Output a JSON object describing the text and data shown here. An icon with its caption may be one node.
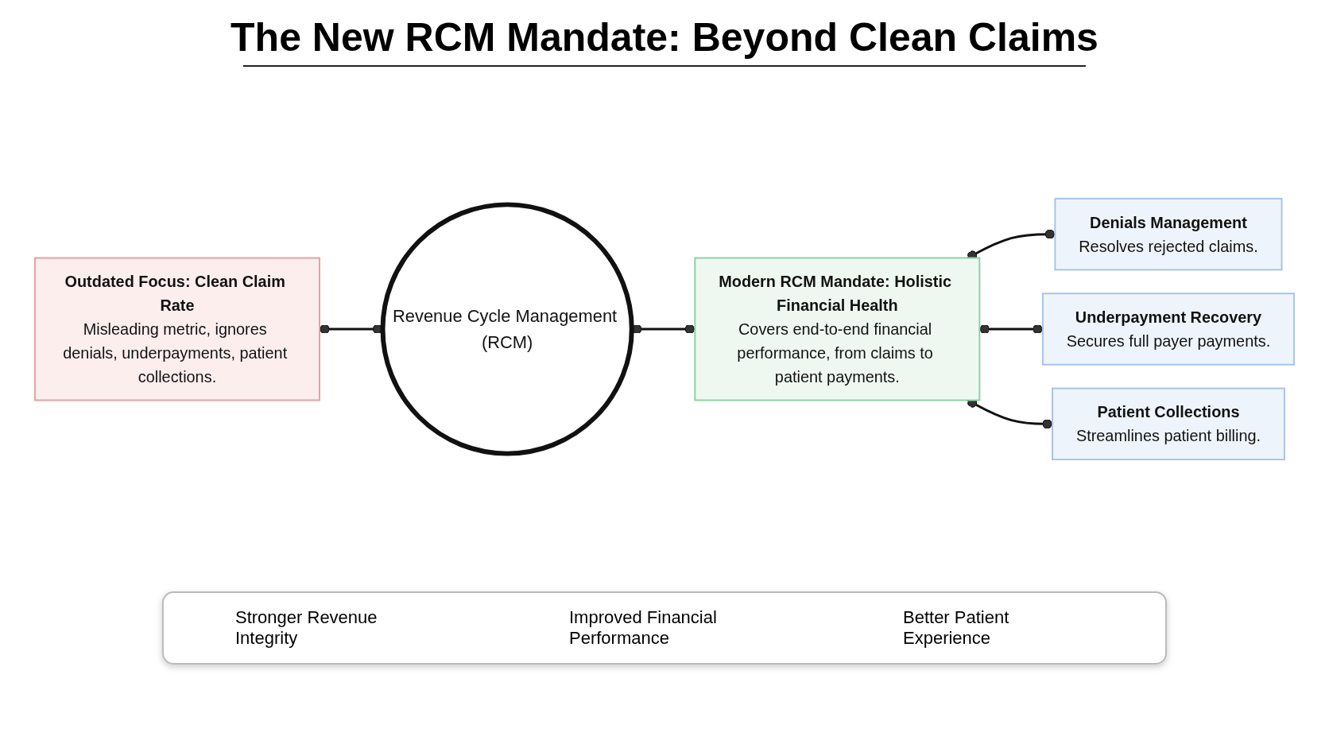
{
  "diagram": {
    "title": "The New RCM Mandate: Beyond Clean Claims",
    "nodes": [
      {
        "text": [
          "Outdated Focus: Clean Claim Rate",
          "Misleading metric, ignores denials, underpayments, patient collections."
        ]
      },
      {
        "text": [
          "Revenue Cycle Management (RCM)"
        ]
      },
      {
        "text": [
          "Modern RCM Mandate: Holistic Financial Health",
          "Covers end-to-end financial performance, from claims to patient payments."
        ]
      },
      {
        "text": [
          "Denials Management",
          "Resolves rejected claims."
        ]
      },
      {
        "text": [
          "Underpayment Recovery",
          "Secures full payer payments."
        ]
      },
      {
        "text": [
          "Patient Collections",
          "Streamlines patient billing."
        ]
      }
    ],
    "edges": [
      {
        "from": 0,
        "to": 1,
        "arrow": "other"
      },
      {
        "from": 1,
        "to": 2,
        "arrow": "other"
      },
      {
        "from": 2,
        "to": 3,
        "arrow": "other"
      },
      {
        "from": 2,
        "to": 4,
        "arrow": "other"
      },
      {
        "from": 2,
        "to": 5,
        "arrow": "other"
      }
    ],
    "labels": [
      "Stronger Revenue Integrity",
      "Improved Financial Performance",
      "Better Patient Experience"
    ]
  }
}
